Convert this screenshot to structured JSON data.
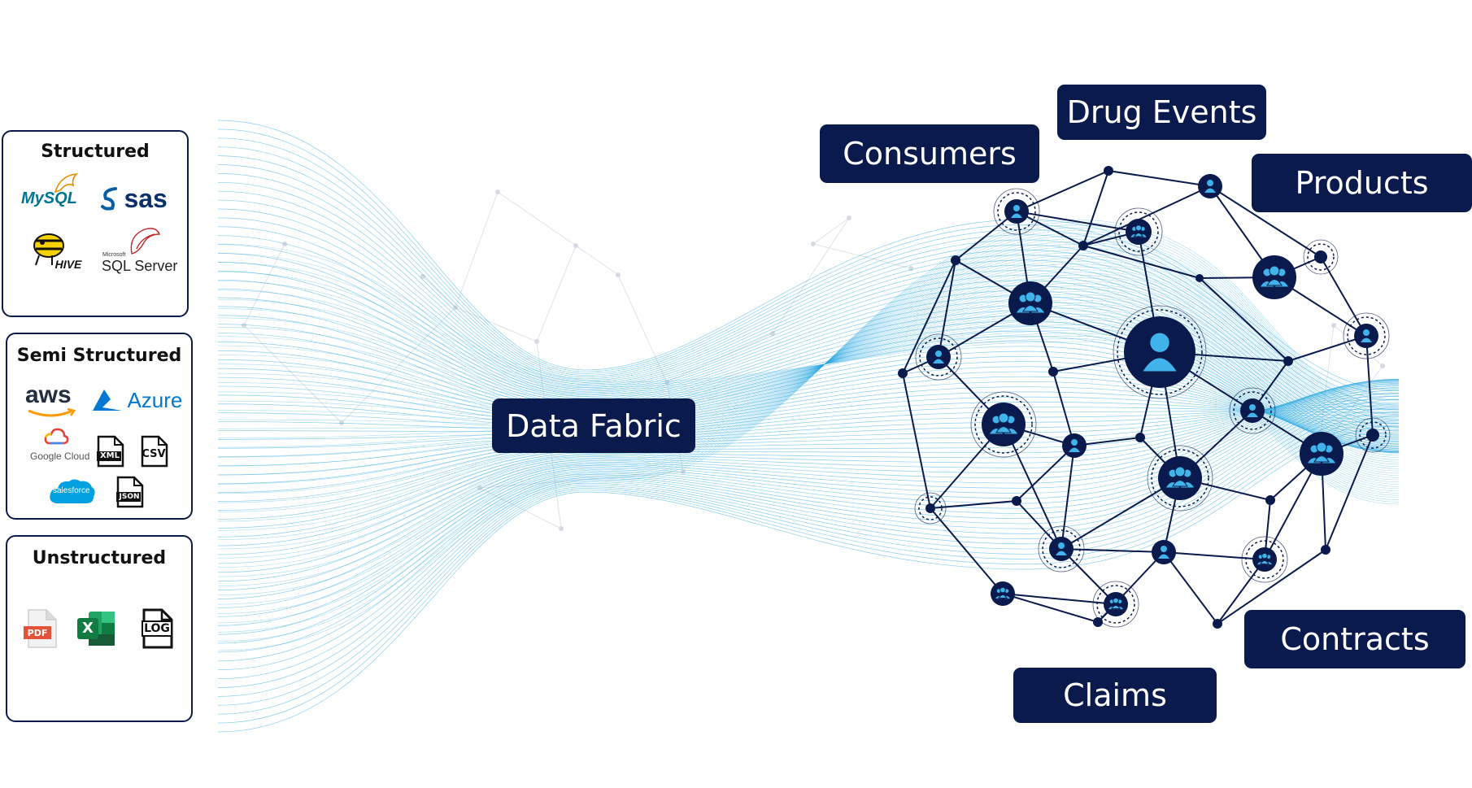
{
  "colors": {
    "navy": "#0b1a4c",
    "wave": "#2aa8e0",
    "node_fill": "#0b1a4c",
    "person": "#3fb3ea"
  },
  "sources": {
    "structured": {
      "title": "Structured",
      "logos": {
        "mysql": "MySQL",
        "sas": "sas",
        "hive": "HIVE",
        "sqlserver_small": "Microsoft",
        "sqlserver": "SQL Server"
      }
    },
    "semi": {
      "title": "Semi Structured",
      "logos": {
        "aws": "aws",
        "azure": "Azure",
        "google": "Google Cloud",
        "xml": "XML",
        "csv": "CSV",
        "salesforce": "salesforce",
        "json": "JSON"
      }
    },
    "unstructured": {
      "title": "Unstructured",
      "files": {
        "pdf": "PDF",
        "excel": "X",
        "log": "LOG"
      }
    }
  },
  "labels": {
    "data_fabric": "Data Fabric",
    "consumers": "Consumers",
    "drug_events": "Drug Events",
    "products": "Products",
    "contracts": "Contracts",
    "claims": "Claims"
  },
  "icons": {
    "network_node": "user-group-icon",
    "single_user": "user-icon",
    "wave": "data-stream-lines"
  }
}
